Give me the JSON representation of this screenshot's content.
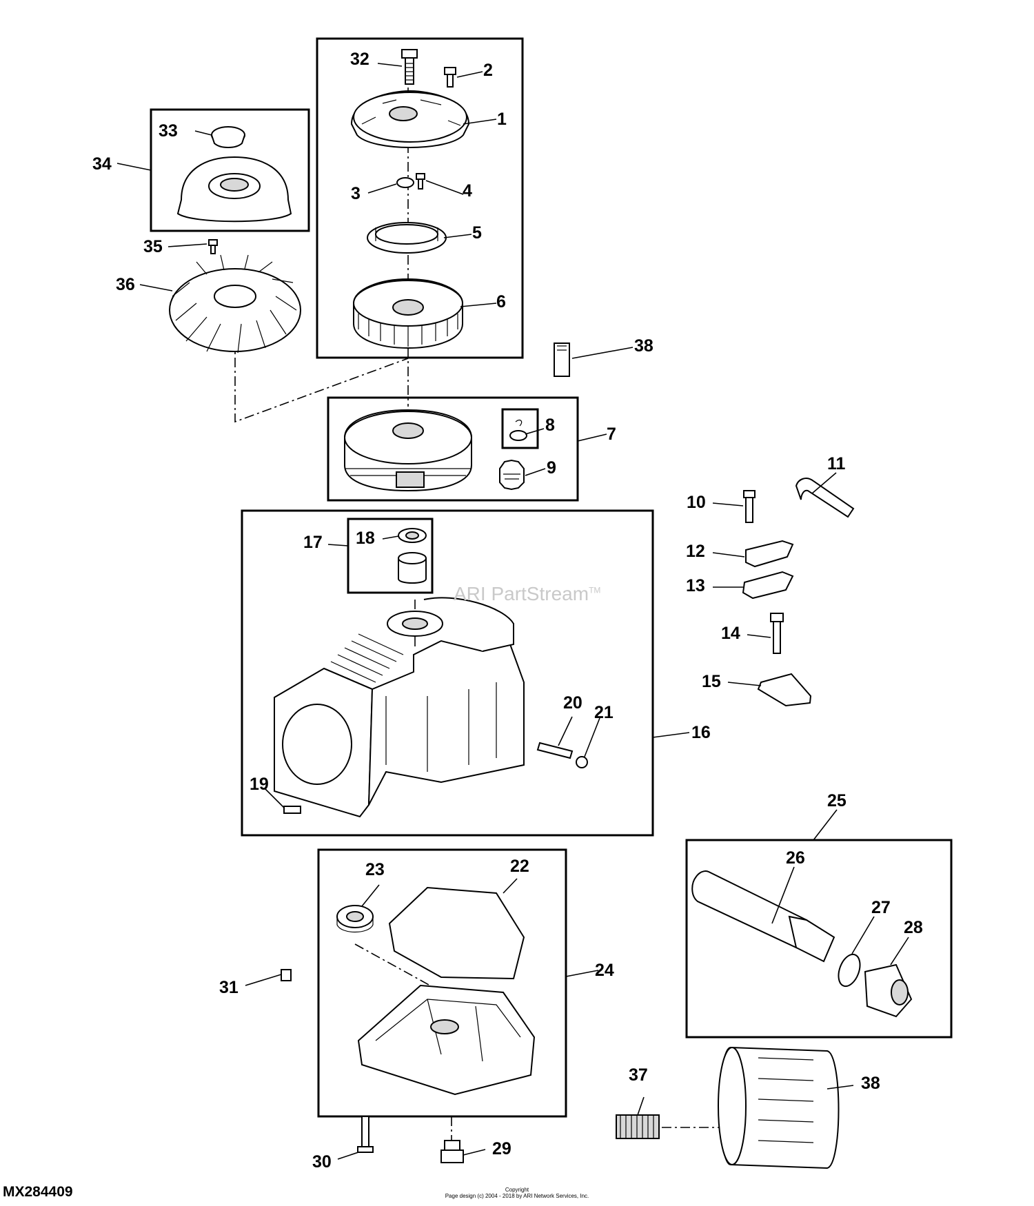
{
  "figure_id": "MX284409",
  "watermark": {
    "name": "ARI PartStream",
    "mark": "TM"
  },
  "copyright": {
    "line1": "Copyright",
    "line2": "Page design (c) 2004 - 2018 by ARI Network Services, Inc."
  },
  "callouts": {
    "c1": "1",
    "c2": "2",
    "c3": "3",
    "c4": "4",
    "c5": "5",
    "c6": "6",
    "c7": "7",
    "c8": "8",
    "c9": "9",
    "c10": "10",
    "c11": "11",
    "c12": "12",
    "c13": "13",
    "c14": "14",
    "c15": "15",
    "c16": "16",
    "c17": "17",
    "c18": "18",
    "c19": "19",
    "c20": "20",
    "c21": "21",
    "c22": "22",
    "c23": "23",
    "c24": "24",
    "c25": "25",
    "c26": "26",
    "c27": "27",
    "c28": "28",
    "c29": "29",
    "c30": "30",
    "c31": "31",
    "c32": "32",
    "c33": "33",
    "c34": "34",
    "c35": "35",
    "c36": "36",
    "c37": "37",
    "c38a": "38",
    "c38b": "38"
  }
}
